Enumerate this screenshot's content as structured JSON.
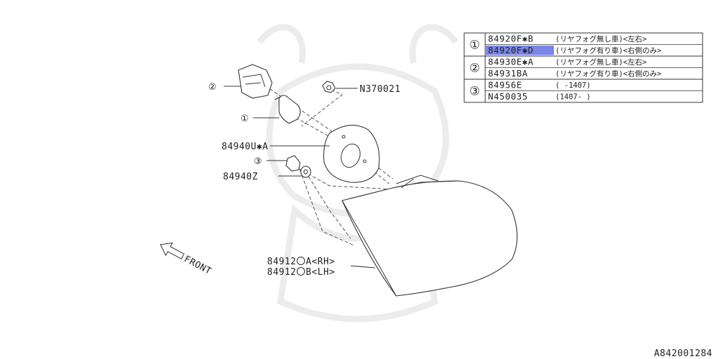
{
  "callouts": {
    "bulb_socket": "②",
    "bulb": "①",
    "nut": "N370021",
    "gasket": "84940U✱A",
    "grommet": "③",
    "washer": "84940Z",
    "lamp_rh": "84912〇A<RH>",
    "lamp_lh": "84912〇B<LH>",
    "front": "FRONT"
  },
  "parts_table": {
    "rows": [
      {
        "num": "①",
        "lines": [
          {
            "code": "84920F✱B",
            "desc": "(リヤフォグ無し車)<左右>",
            "highlight": false
          },
          {
            "code": "84920F✱D",
            "desc": "(リヤフォグ有り車)<右側のみ>",
            "highlight": true
          }
        ]
      },
      {
        "num": "②",
        "lines": [
          {
            "code": "84930E✱A",
            "desc": "(リヤフォグ無し車)<左右>",
            "highlight": false
          },
          {
            "code": "84931BA",
            "desc": "(リヤフォグ有り車)<右側のみ>",
            "highlight": false
          }
        ]
      },
      {
        "num": "③",
        "lines": [
          {
            "code": "84956E",
            "desc": "( -1407)",
            "highlight": false
          },
          {
            "code": "N450035",
            "desc": "(1407- )",
            "highlight": false
          }
        ]
      }
    ],
    "highlight_color": "#7b86e6"
  },
  "diagram_id": "A842001284"
}
